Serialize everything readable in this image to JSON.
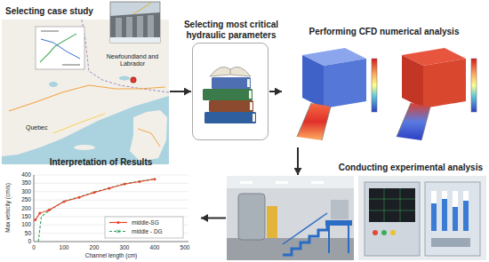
{
  "diagram": {
    "nodes": [
      {
        "text": [
          "Selecting case study"
        ]
      },
      {
        "text": [
          "Selecting most critical hydraulic parameters"
        ]
      },
      {
        "text": [
          "Performing CFD numerical analysis"
        ]
      },
      {
        "text": [
          "Conducting experimental analysis"
        ]
      },
      {
        "text": [
          "Interpretation of Results"
        ]
      }
    ],
    "edges": [
      {
        "from": 0,
        "to": 1,
        "arrow": "to"
      },
      {
        "from": 1,
        "to": 2,
        "arrow": "to"
      },
      {
        "from": 2,
        "to": 3,
        "arrow": "to"
      },
      {
        "from": 3,
        "to": 4,
        "arrow": "to"
      }
    ],
    "labels": [
      "Quebec",
      "Newfoundland and Labrador",
      "Max velocity (cm/s)",
      "0",
      "50",
      "100",
      "150",
      "200",
      "250",
      "300",
      "350",
      "400",
      "0",
      "100",
      "200",
      "300",
      "400",
      "500",
      "Channel length (cm)"
    ],
    "legend": [
      {
        "text": "middle-SG"
      },
      {
        "text": "middle - DG"
      }
    ]
  }
}
